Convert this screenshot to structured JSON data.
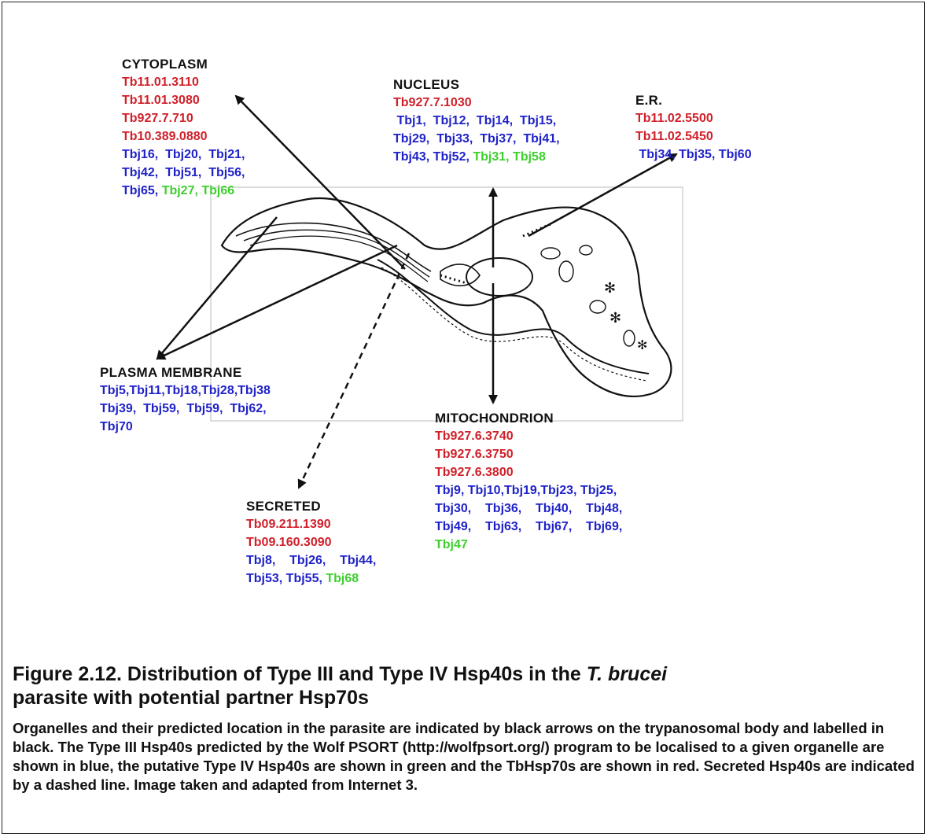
{
  "labels": {
    "cytoplasm": {
      "title": "CYTOPLASM",
      "red": [
        "Tb11.01.3110",
        "Tb11.01.3080",
        "Tb927.7.710",
        "Tb10.389.0880"
      ],
      "blue_lines": [
        "Tbj16,  Tbj20,  Tbj21,",
        "Tbj42,  Tbj51,  Tbj56,",
        "Tbj65,"
      ],
      "green_tail": "Tbj27, Tbj66"
    },
    "nucleus": {
      "title": "NUCLEUS",
      "red": [
        "Tb927.7.1030"
      ],
      "blue_lines": [
        " Tbj1,  Tbj12,  Tbj14,  Tbj15,",
        "Tbj29,  Tbj33,  Tbj37,  Tbj41,",
        "Tbj43, Tbj52,"
      ],
      "green_tail": "Tbj31, Tbj58"
    },
    "er": {
      "title": "E.R.",
      "red": [
        "Tb11.02.5500",
        "Tb11.02.5450"
      ],
      "blue_lines": [
        " Tbj34, Tbj35, Tbj60"
      ]
    },
    "plasma_membrane": {
      "title": "PLASMA MEMBRANE",
      "blue_lines": [
        "Tbj5,Tbj11,Tbj18,Tbj28,Tbj38",
        "Tbj39,  Tbj59,  Tbj59,  Tbj62,",
        "Tbj70"
      ]
    },
    "mitochondrion": {
      "title": "MITOCHONDRION",
      "red": [
        "Tb927.6.3740",
        "Tb927.6.3750",
        "Tb927.6.3800"
      ],
      "blue_lines": [
        "Tbj9, Tbj10,Tbj19,Tbj23, Tbj25,",
        "Tbj30,    Tbj36,    Tbj40,    Tbj48,",
        "Tbj49,    Tbj63,    Tbj67,    Tbj69,"
      ],
      "green_lines": [
        "Tbj47"
      ]
    },
    "secreted": {
      "title": "SECRETED",
      "red": [
        "Tb09.211.1390",
        "Tb09.160.3090"
      ],
      "blue_lines": [
        "Tbj8,    Tbj26,    Tbj44,",
        "Tbj53, Tbj55,"
      ],
      "green_tail": "Tbj68"
    }
  },
  "caption": {
    "title_part1": "Figure 2.12. Distribution of Type III and Type IV Hsp40s in the ",
    "title_italic": "T. brucei",
    "title_part2": "parasite with potential partner Hsp70s",
    "body": "Organelles and their predicted location in the parasite are indicated by black arrows on the trypanosomal body and labelled in black. The Type III Hsp40s predicted by the Wolf PSORT (http://wolfpsort.org/) program to be localised to a given organelle are shown in blue, the putative Type IV Hsp40s are shown in green and the TbHsp70s are shown in red. Secreted Hsp40s are indicated by a dashed line. Image taken and adapted from Internet 3."
  },
  "colors": {
    "hsp70_red": "#d0202a",
    "type3_blue": "#1f22c8",
    "type4_green": "#3ecf2e"
  }
}
